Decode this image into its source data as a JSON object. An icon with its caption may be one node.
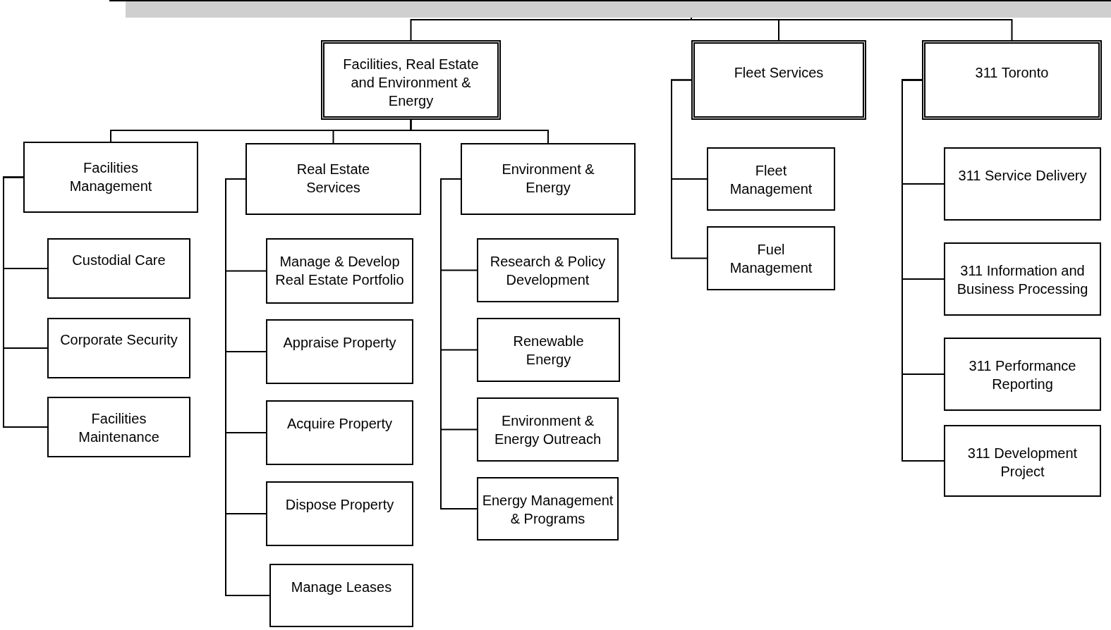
{
  "diagram": {
    "nodes": [
      {
        "text": [],
        "shape": "bar"
      },
      {
        "text": [
          "Facilities, Real Estate and Environment & Energy"
        ]
      },
      {
        "text": [
          "Fleet Services"
        ]
      },
      {
        "text": [
          "311 Toronto"
        ]
      },
      {
        "text": [
          "Facilities Management"
        ]
      },
      {
        "text": [
          "Custodial Care"
        ]
      },
      {
        "text": [
          "Corporate Security"
        ]
      },
      {
        "text": [
          "Facilities Maintenance"
        ]
      },
      {
        "text": [
          "Real Estate Services"
        ]
      },
      {
        "text": [
          "Manage & Develop Real Estate Portfolio"
        ]
      },
      {
        "text": [
          "Appraise Property"
        ]
      },
      {
        "text": [
          "Acquire Property"
        ]
      },
      {
        "text": [
          "Dispose Property"
        ]
      },
      {
        "text": [
          "Manage Leases"
        ]
      },
      {
        "text": [
          "Environment & Energy"
        ]
      },
      {
        "text": [
          "Research & Policy Development"
        ]
      },
      {
        "text": [
          "Renewable Energy"
        ]
      },
      {
        "text": [
          "Environment & Energy Outreach"
        ]
      },
      {
        "text": [
          "Energy Management & Programs"
        ]
      },
      {
        "text": [
          "Fleet Management"
        ]
      },
      {
        "text": [
          "Fuel Management"
        ]
      },
      {
        "text": [
          "311 Service Delivery"
        ]
      },
      {
        "text": [
          "311 Information and Business Processing"
        ]
      },
      {
        "text": [
          "311 Performance Reporting"
        ]
      },
      {
        "text": [
          "311 Development Project"
        ]
      }
    ],
    "edges": [
      {
        "from": 0,
        "to": 1,
        "arrow": "none"
      },
      {
        "from": 0,
        "to": 2,
        "arrow": "none"
      },
      {
        "from": 0,
        "to": 3,
        "arrow": "none"
      },
      {
        "from": 1,
        "to": 4,
        "arrow": "none"
      },
      {
        "from": 1,
        "to": 8,
        "arrow": "none"
      },
      {
        "from": 1,
        "to": 14,
        "arrow": "none"
      },
      {
        "from": 4,
        "to": 5,
        "arrow": "none"
      },
      {
        "from": 4,
        "to": 6,
        "arrow": "none"
      },
      {
        "from": 4,
        "to": 7,
        "arrow": "none"
      },
      {
        "from": 8,
        "to": 9,
        "arrow": "none"
      },
      {
        "from": 8,
        "to": 10,
        "arrow": "none"
      },
      {
        "from": 8,
        "to": 11,
        "arrow": "none"
      },
      {
        "from": 8,
        "to": 12,
        "arrow": "none"
      },
      {
        "from": 8,
        "to": 13,
        "arrow": "none"
      },
      {
        "from": 14,
        "to": 15,
        "arrow": "none"
      },
      {
        "from": 14,
        "to": 16,
        "arrow": "none"
      },
      {
        "from": 14,
        "to": 17,
        "arrow": "none"
      },
      {
        "from": 14,
        "to": 18,
        "arrow": "none"
      },
      {
        "from": 2,
        "to": 19,
        "arrow": "none"
      },
      {
        "from": 2,
        "to": 20,
        "arrow": "none"
      },
      {
        "from": 3,
        "to": 21,
        "arrow": "none"
      },
      {
        "from": 3,
        "to": 22,
        "arrow": "none"
      },
      {
        "from": 3,
        "to": 23,
        "arrow": "none"
      },
      {
        "from": 3,
        "to": 24,
        "arrow": "none"
      }
    ]
  }
}
